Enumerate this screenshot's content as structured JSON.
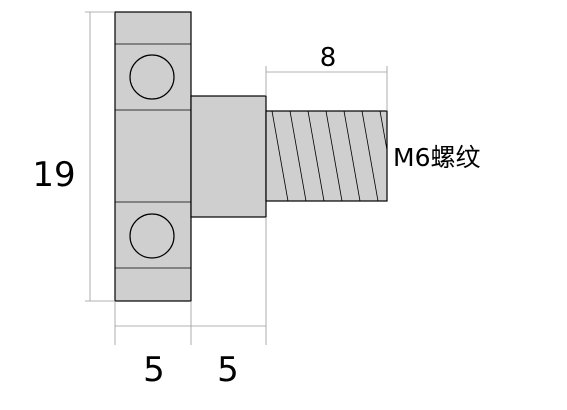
{
  "dimensions": {
    "height_total": "19",
    "head_width": "5",
    "collar_width": "5",
    "thread_length": "8"
  },
  "thread_note": "M6螺纹"
}
